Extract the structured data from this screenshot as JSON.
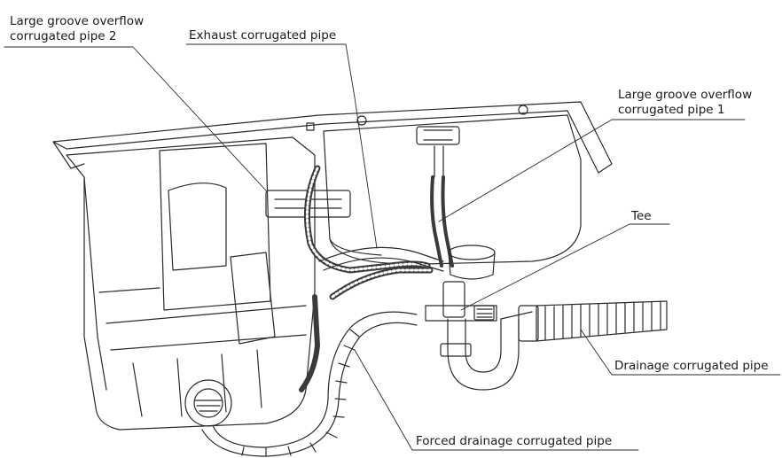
{
  "labels": {
    "overflow_pipe_2": {
      "line1": "Large groove overflow",
      "line2": "corrugated pipe 2"
    },
    "exhaust_pipe": "Exhaust corrugated pipe",
    "overflow_pipe_1": {
      "line1": "Large groove overflow",
      "line2": "corrugated pipe 1"
    },
    "tee": "Tee",
    "drainage_pipe": "Drainage corrugated pipe",
    "forced_drainage_pipe": "Forced drainage corrugated pipe"
  },
  "colors": {
    "line": "#2a2a2a",
    "pipe_dark": "#3a3a3a",
    "background": "#ffffff"
  }
}
